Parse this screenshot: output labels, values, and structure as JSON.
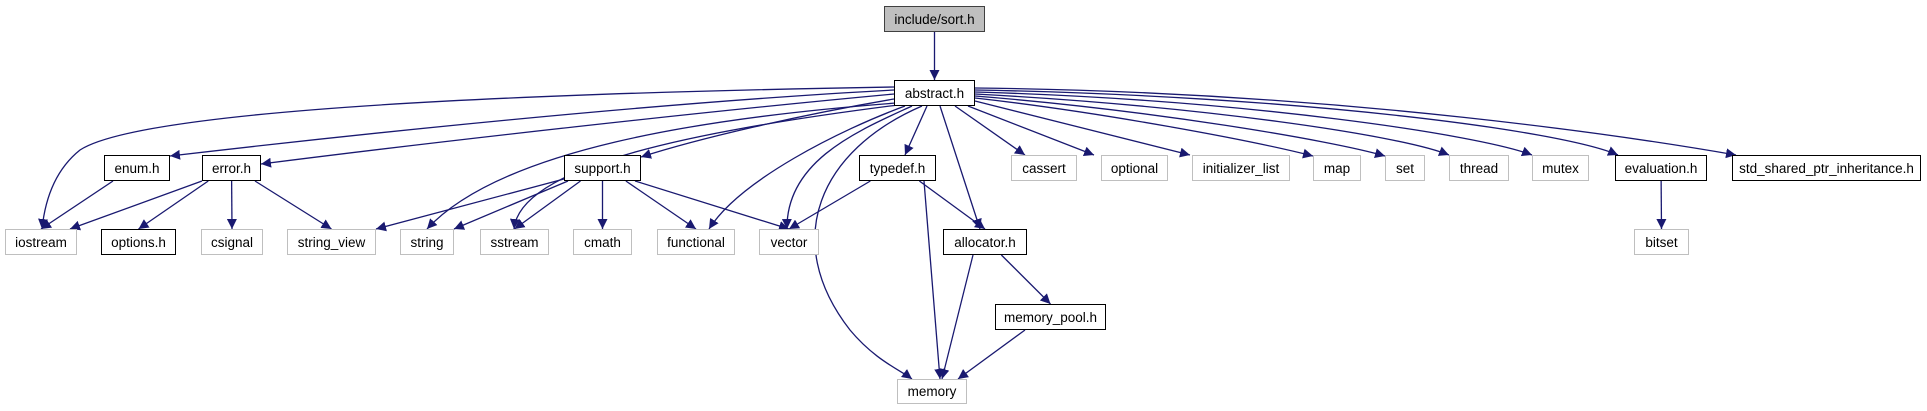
{
  "diagram": {
    "edge_color": "#191970",
    "nodes": {
      "sort": {
        "label": "include/sort.h",
        "kind": "root"
      },
      "abstract": {
        "label": "abstract.h",
        "kind": "file"
      },
      "enum": {
        "label": "enum.h",
        "kind": "file"
      },
      "error": {
        "label": "error.h",
        "kind": "file"
      },
      "support": {
        "label": "support.h",
        "kind": "file"
      },
      "typedef": {
        "label": "typedef.h",
        "kind": "file"
      },
      "cassert": {
        "label": "cassert",
        "kind": "system"
      },
      "optional": {
        "label": "optional",
        "kind": "system"
      },
      "initializer_list": {
        "label": "initializer_list",
        "kind": "system"
      },
      "map": {
        "label": "map",
        "kind": "system"
      },
      "set": {
        "label": "set",
        "kind": "system"
      },
      "thread": {
        "label": "thread",
        "kind": "system"
      },
      "mutex": {
        "label": "mutex",
        "kind": "system"
      },
      "evaluation": {
        "label": "evaluation.h",
        "kind": "file"
      },
      "std_shared": {
        "label": "std_shared_ptr_inheritance.h",
        "kind": "file"
      },
      "iostream": {
        "label": "iostream",
        "kind": "system"
      },
      "options": {
        "label": "options.h",
        "kind": "file"
      },
      "csignal": {
        "label": "csignal",
        "kind": "system"
      },
      "string_view": {
        "label": "string_view",
        "kind": "system"
      },
      "string": {
        "label": "string",
        "kind": "system"
      },
      "sstream": {
        "label": "sstream",
        "kind": "system"
      },
      "cmath": {
        "label": "cmath",
        "kind": "system"
      },
      "functional": {
        "label": "functional",
        "kind": "system"
      },
      "vector": {
        "label": "vector",
        "kind": "system"
      },
      "allocator": {
        "label": "allocator.h",
        "kind": "file"
      },
      "bitset": {
        "label": "bitset",
        "kind": "system"
      },
      "memory_pool": {
        "label": "memory_pool.h",
        "kind": "file"
      },
      "memory": {
        "label": "memory",
        "kind": "system"
      }
    },
    "edges": [
      [
        "sort",
        "abstract"
      ],
      [
        "abstract",
        "iostream"
      ],
      [
        "abstract",
        "enum"
      ],
      [
        "abstract",
        "error"
      ],
      [
        "abstract",
        "support"
      ],
      [
        "abstract",
        "string"
      ],
      [
        "abstract",
        "sstream"
      ],
      [
        "abstract",
        "functional"
      ],
      [
        "abstract",
        "vector"
      ],
      [
        "abstract",
        "memory"
      ],
      [
        "abstract",
        "typedef"
      ],
      [
        "abstract",
        "allocator"
      ],
      [
        "abstract",
        "cassert"
      ],
      [
        "abstract",
        "optional"
      ],
      [
        "abstract",
        "initializer_list"
      ],
      [
        "abstract",
        "map"
      ],
      [
        "abstract",
        "set"
      ],
      [
        "abstract",
        "thread"
      ],
      [
        "abstract",
        "mutex"
      ],
      [
        "abstract",
        "evaluation"
      ],
      [
        "abstract",
        "std_shared"
      ],
      [
        "enum",
        "iostream"
      ],
      [
        "error",
        "iostream"
      ],
      [
        "error",
        "options"
      ],
      [
        "error",
        "csignal"
      ],
      [
        "error",
        "string_view"
      ],
      [
        "support",
        "string_view"
      ],
      [
        "support",
        "string"
      ],
      [
        "support",
        "sstream"
      ],
      [
        "support",
        "cmath"
      ],
      [
        "support",
        "functional"
      ],
      [
        "support",
        "vector"
      ],
      [
        "typedef",
        "vector"
      ],
      [
        "typedef",
        "memory"
      ],
      [
        "typedef",
        "allocator"
      ],
      [
        "allocator",
        "memory"
      ],
      [
        "allocator",
        "memory_pool"
      ],
      [
        "memory_pool",
        "memory"
      ],
      [
        "evaluation",
        "bitset"
      ]
    ]
  }
}
